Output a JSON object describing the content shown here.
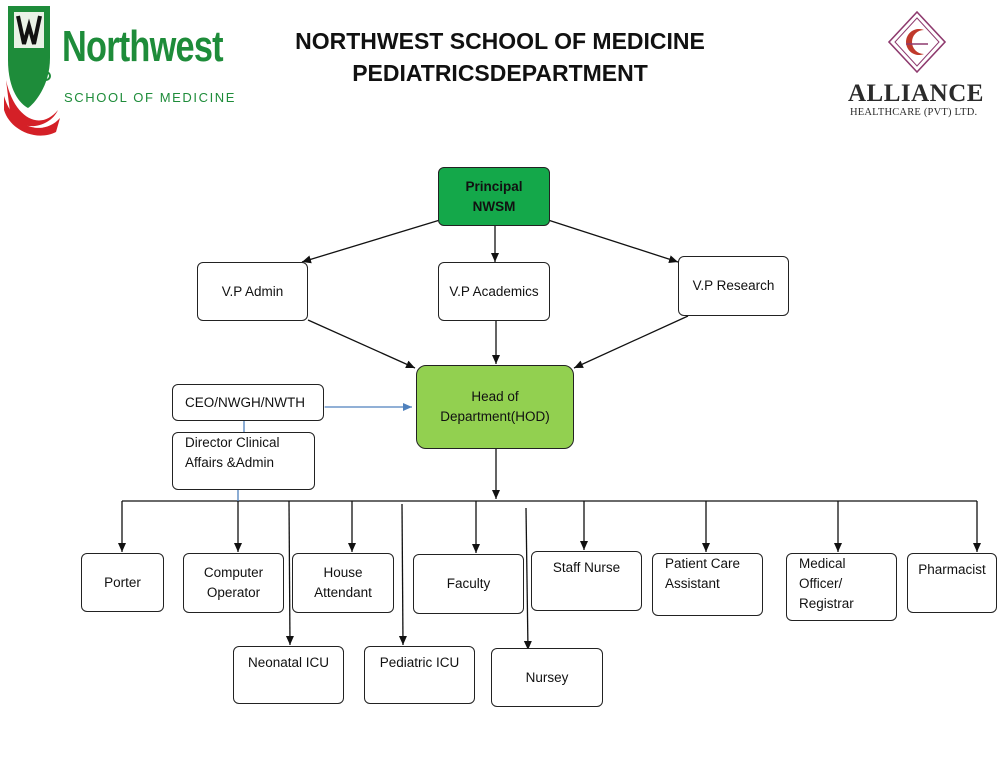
{
  "header": {
    "title_line1": "NORTHWEST SCHOOL OF MEDICINE",
    "title_line2": "PEDIATRICSDEPARTMENT"
  },
  "logos": {
    "northwest": {
      "wordmark": "Northwest",
      "subtitle": "SCHOOL OF MEDICINE"
    },
    "alliance": {
      "wordmark": "ALLIANCE",
      "subtitle": "HEALTHCARE (PVT) LTD."
    }
  },
  "colors": {
    "principal_fill": "#14a84a",
    "hod_fill": "#92d050",
    "link_blue": "#4f81bd",
    "northwest_green": "#1e8c3a",
    "northwest_red": "#d42027",
    "alliance_purple": "#8e3a6e"
  },
  "nodes": {
    "principal": {
      "line1": "Principal",
      "line2": "NWSM"
    },
    "vp_admin": "V.P Admin",
    "vp_academics": "V.P Academics",
    "vp_research": "V.P Research",
    "hod": {
      "line1": "Head of",
      "line2": "Department(HOD)"
    },
    "ceo": "CEO/NWGH/NWTH",
    "director": {
      "line1": "Director Clinical",
      "line2": "Affairs &Admin"
    },
    "porter": "Porter",
    "computer_operator": {
      "line1": "Computer",
      "line2": "Operator"
    },
    "house_attendant": {
      "line1": "House",
      "line2": "Attendant"
    },
    "faculty": "Faculty",
    "staff_nurse": "Staff Nurse",
    "patient_care_assistant": {
      "line1": "Patient Care",
      "line2": "Assistant"
    },
    "medical_officer": {
      "line1": "Medical",
      "line2": "Officer/",
      "line3": "Registrar"
    },
    "pharmacist": "Pharmacist",
    "neonatal_icu": "Neonatal ICU",
    "pediatric_icu": "Pediatric ICU",
    "nursey": "Nursey"
  }
}
